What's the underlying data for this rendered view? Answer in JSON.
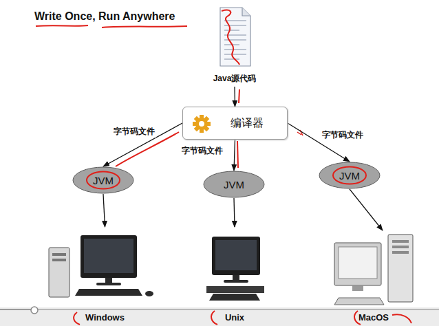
{
  "diagram": {
    "title": "Write Once, Run Anywhere",
    "nodes": [
      {
        "text": [
          "Java源代码"
        ]
      },
      {
        "text": [
          "编译器"
        ]
      },
      {
        "text": [
          "JVM"
        ]
      },
      {
        "text": [
          "JVM"
        ]
      },
      {
        "text": [
          "JVM"
        ]
      },
      {
        "text": [
          "Windows"
        ]
      },
      {
        "text": [
          "Unix"
        ]
      },
      {
        "text": [
          "MacOS"
        ]
      }
    ],
    "edges": [
      {
        "from": 0,
        "to": 1,
        "arrow": "to"
      },
      {
        "from": 1,
        "to": 2,
        "label": "字节码文件",
        "arrow": "to"
      },
      {
        "from": 1,
        "to": 3,
        "label": "字节码文件",
        "arrow": "to"
      },
      {
        "from": 1,
        "to": 4,
        "label": "字节码文件",
        "arrow": "to"
      },
      {
        "from": 2,
        "to": 5,
        "arrow": "to"
      },
      {
        "from": 3,
        "to": 6,
        "arrow": "to"
      },
      {
        "from": 4,
        "to": 7,
        "arrow": "to"
      }
    ]
  }
}
